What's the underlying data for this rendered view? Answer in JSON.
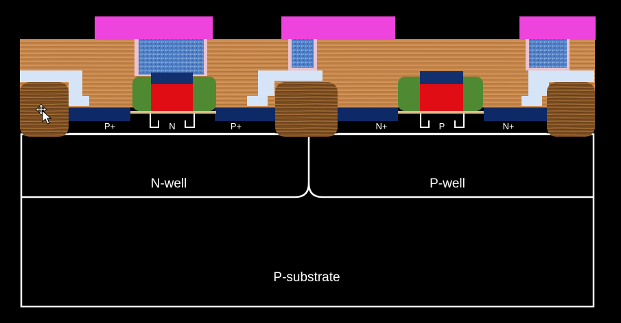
{
  "diagram": {
    "well_labels": {
      "left": "N-well",
      "right": "P-well"
    },
    "substrate_label": "P-substrate",
    "diffusion_labels": [
      "P+",
      "N",
      "P+",
      "N+",
      "P",
      "N+"
    ]
  },
  "colors": {
    "background": "#000000",
    "metal": "#ee44dd",
    "via_fill": "#5b8fd2",
    "oxide_wood": "#c8884c",
    "liner": "#d9e6f8",
    "trench_wood": "#7a4d22",
    "gate_poly": "#e00d14",
    "gate_cap": "#12306e",
    "spacer": "#4f8a32",
    "active_navy": "#0d2a66",
    "outline": "#ffffff"
  },
  "icons": {
    "cursor": "move-cursor-icon"
  }
}
